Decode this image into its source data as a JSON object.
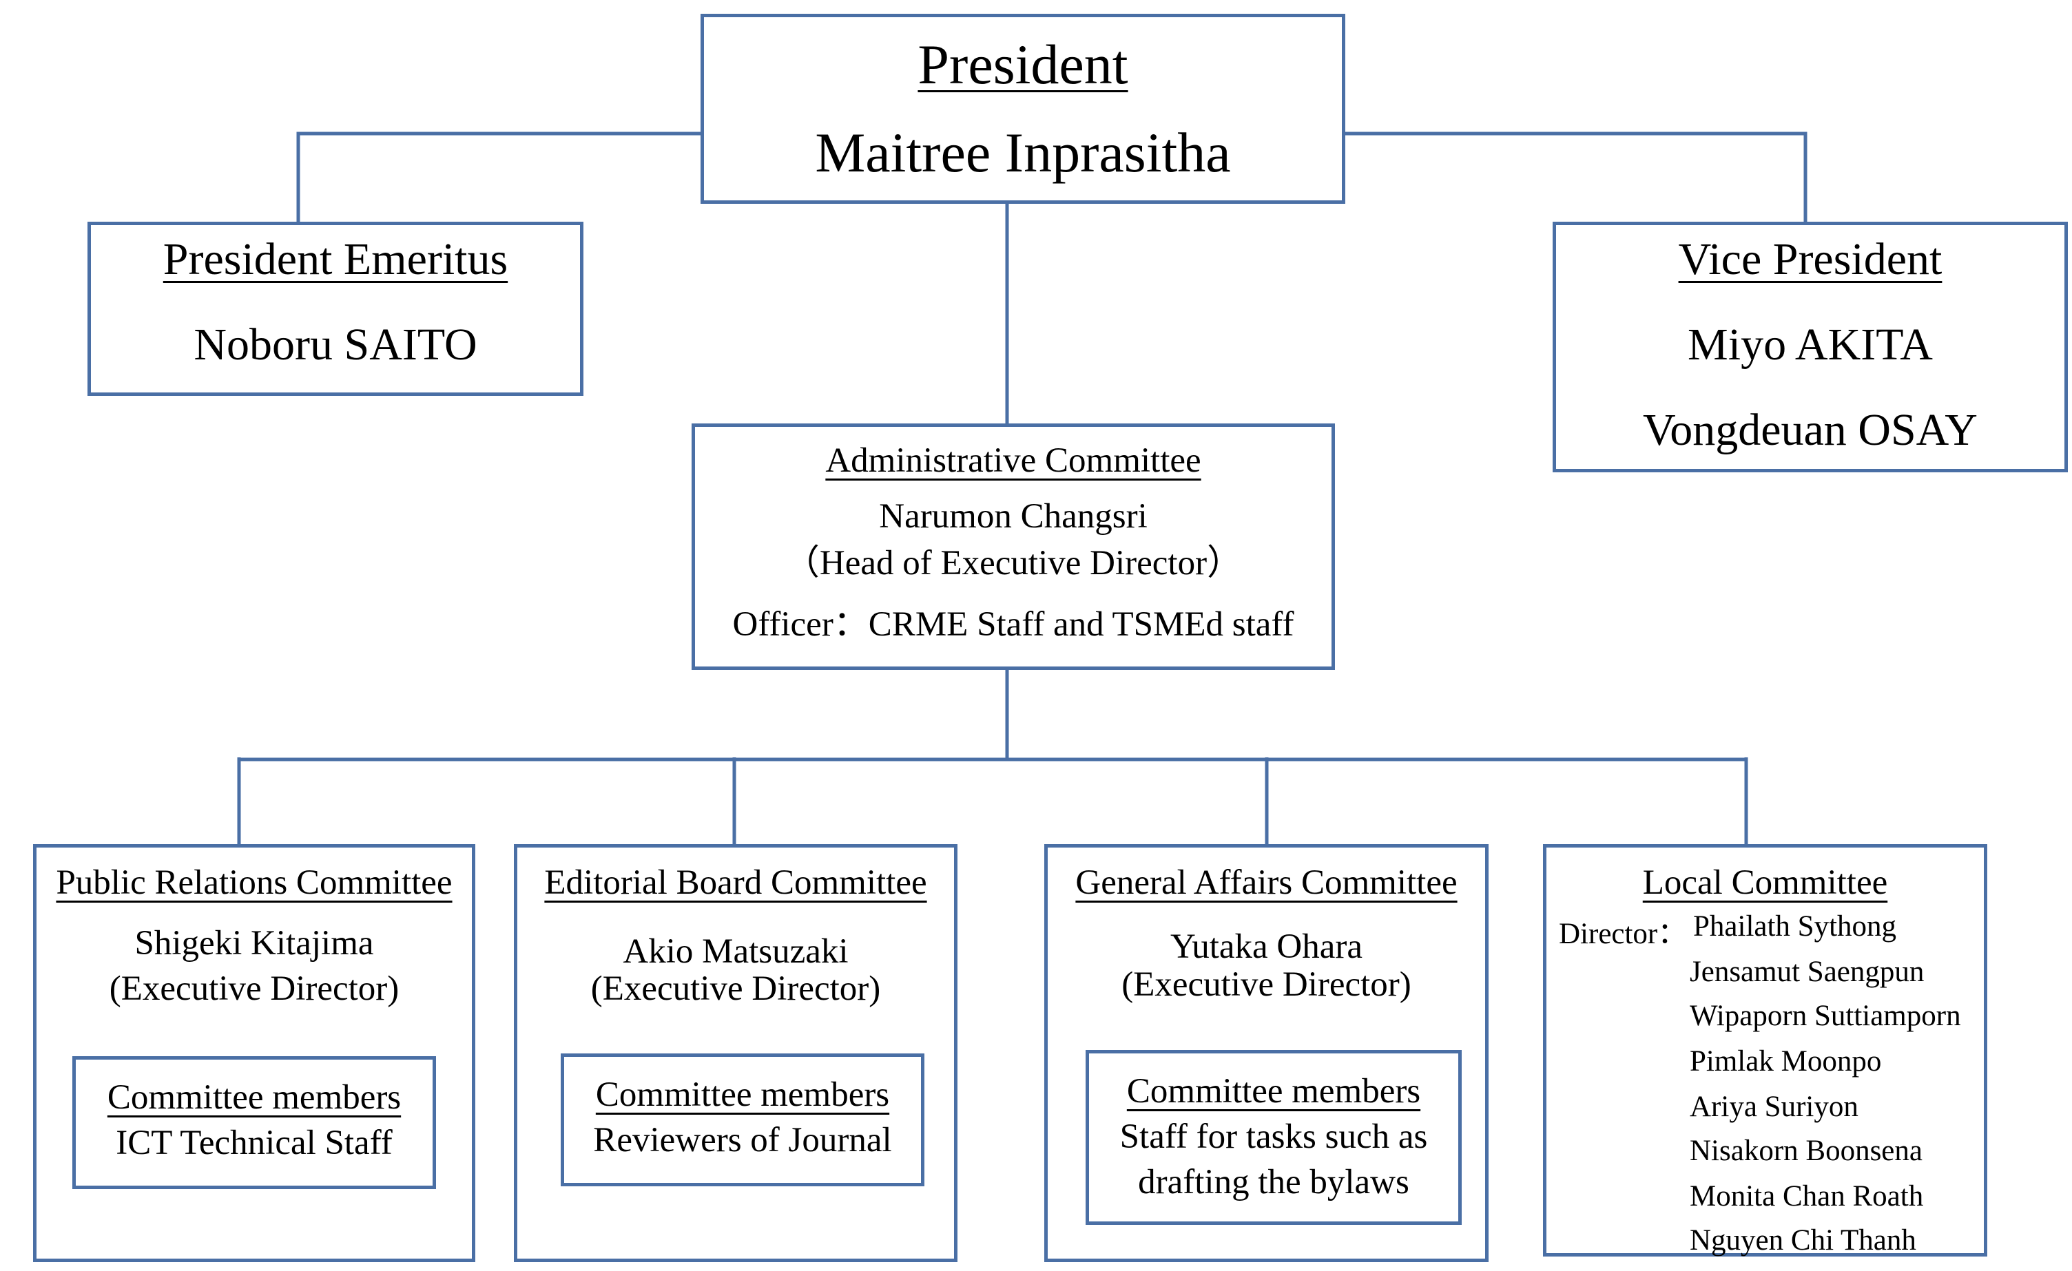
{
  "president": {
    "title": "President",
    "name": "Maitree Inprasitha"
  },
  "president_emeritus": {
    "title": "President Emeritus",
    "name": "Noboru SAITO"
  },
  "vice_president": {
    "title": "Vice President",
    "names": [
      "Miyo AKITA",
      "Vongdeuan OSAY"
    ]
  },
  "admin_committee": {
    "title": "Administrative Committee",
    "head_name": "Narumon Changsri",
    "head_role": "（Head of Executive Director）",
    "officer": "Officer：CRME Staff and TSMEd staff"
  },
  "public_relations": {
    "title": "Public Relations Committee",
    "director": "Shigeki Kitajima",
    "role": "(Executive Director)",
    "members_title": "Committee members",
    "members": [
      "ICT Technical Staff"
    ]
  },
  "editorial_board": {
    "title": "Editorial Board Committee",
    "director": "Akio Matsuzaki",
    "role": "(Executive Director)",
    "members_title": "Committee members",
    "members": [
      "Reviewers of Journal"
    ]
  },
  "general_affairs": {
    "title": "General Affairs Committee",
    "director": "Yutaka Ohara",
    "role": "(Executive Director)",
    "members_title": "Committee members",
    "members": [
      "Staff for tasks such as",
      "drafting the bylaws"
    ]
  },
  "local_committee": {
    "title": "Local Committee",
    "director_label": "Director：",
    "directors": [
      "Phailath Sythong",
      "Jensamut Saengpun",
      "Wipaporn Suttiamporn",
      "Pimlak Moonpo",
      "Ariya Suriyon",
      "Nisakorn Boonsena",
      "Monita Chan Roath",
      "Nguyen Chi Thanh"
    ]
  },
  "colors": {
    "border": "#4a6fa5",
    "line": "#4a6fa5",
    "text": "#000000"
  }
}
